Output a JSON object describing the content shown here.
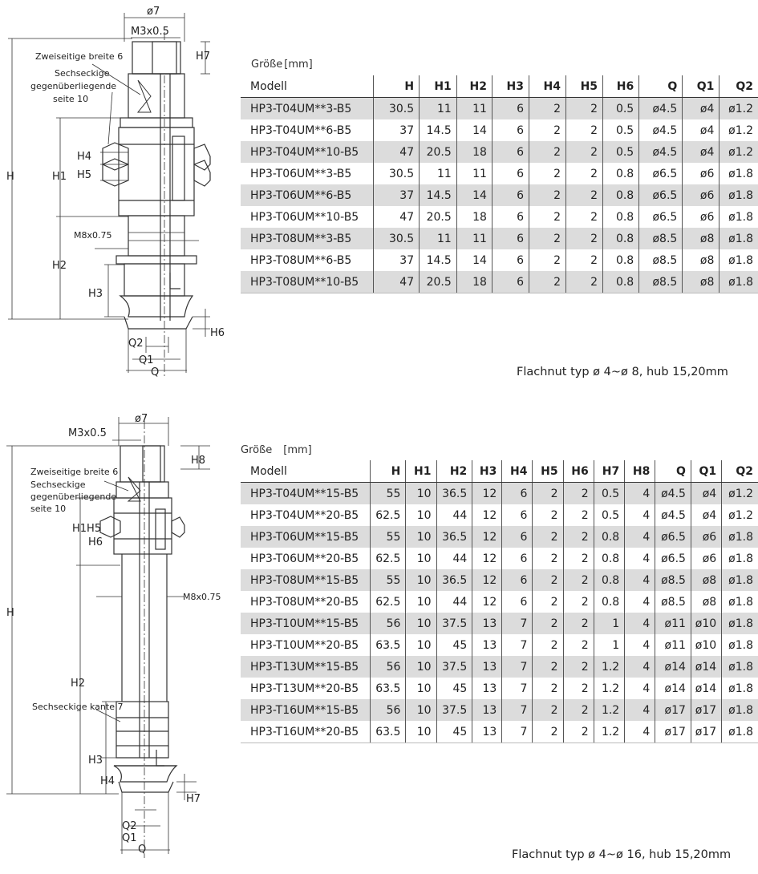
{
  "colors": {
    "row_shade": "#dcdcdc",
    "line": "#333333"
  },
  "top": {
    "size_label": "Größe",
    "size_unit": "[mm]",
    "note": "Flachnut typ ø 4~ø 8, hub 15,20mm",
    "drawing": {
      "dim_phi7": "ø7",
      "dim_m3": "M3x0.5",
      "dim_h7": "H7",
      "note_hex1": "Zweiseitige breite 6",
      "note_hex2": "Sechseckige",
      "note_hex3": "gegenüberliegende",
      "note_hex4": "seite 10",
      "dim_h": "H",
      "dim_h1": "H1",
      "dim_h4": "H4",
      "dim_h5": "H5",
      "dim_m8": "M8x0.75",
      "dim_h2": "H2",
      "dim_h3": "H3",
      "dim_h6": "H6",
      "dim_q2": "Q2",
      "dim_q1": "Q1",
      "dim_q": "Q"
    },
    "table": {
      "headers": [
        "Modell",
        "H",
        "H1",
        "H2",
        "H3",
        "H4",
        "H5",
        "H6",
        "Q",
        "Q1",
        "Q2"
      ],
      "rows": [
        [
          "HP3-T04UM**3-B5",
          "30.5",
          "11",
          "11",
          "6",
          "2",
          "2",
          "0.5",
          "ø4.5",
          "ø4",
          "ø1.2"
        ],
        [
          "HP3-T04UM**6-B5",
          "37",
          "14.5",
          "14",
          "6",
          "2",
          "2",
          "0.5",
          "ø4.5",
          "ø4",
          "ø1.2"
        ],
        [
          "HP3-T04UM**10-B5",
          "47",
          "20.5",
          "18",
          "6",
          "2",
          "2",
          "0.5",
          "ø4.5",
          "ø4",
          "ø1.2"
        ],
        [
          "HP3-T06UM**3-B5",
          "30.5",
          "11",
          "11",
          "6",
          "2",
          "2",
          "0.8",
          "ø6.5",
          "ø6",
          "ø1.8"
        ],
        [
          "HP3-T06UM**6-B5",
          "37",
          "14.5",
          "14",
          "6",
          "2",
          "2",
          "0.8",
          "ø6.5",
          "ø6",
          "ø1.8"
        ],
        [
          "HP3-T06UM**10-B5",
          "47",
          "20.5",
          "18",
          "6",
          "2",
          "2",
          "0.8",
          "ø6.5",
          "ø6",
          "ø1.8"
        ],
        [
          "HP3-T08UM**3-B5",
          "30.5",
          "11",
          "11",
          "6",
          "2",
          "2",
          "0.8",
          "ø8.5",
          "ø8",
          "ø1.8"
        ],
        [
          "HP3-T08UM**6-B5",
          "37",
          "14.5",
          "14",
          "6",
          "2",
          "2",
          "0.8",
          "ø8.5",
          "ø8",
          "ø1.8"
        ],
        [
          "HP3-T08UM**10-B5",
          "47",
          "20.5",
          "18",
          "6",
          "2",
          "2",
          "0.8",
          "ø8.5",
          "ø8",
          "ø1.8"
        ]
      ]
    }
  },
  "bottom": {
    "size_label": "Größe",
    "size_unit": "[mm]",
    "note": "Flachnut typ ø 4~ø 16, hub 15,20mm",
    "drawing": {
      "dim_phi7": "ø7",
      "dim_m3": "M3x0.5",
      "dim_h8": "H8",
      "note_hex1": "Zweiseitige breite 6",
      "note_hex2": "Sechseckige",
      "note_hex3": "gegenüberliegende",
      "note_hex4": "seite 10",
      "dim_h1h5": "H1H5",
      "dim_h6": "H6",
      "dim_m8": "M8x0.75",
      "dim_h": "H",
      "dim_h2": "H2",
      "note_kante": "Sechseckige kante 7",
      "dim_h3": "H3",
      "dim_h4": "H4",
      "dim_h7": "H7",
      "dim_q2": "Q2",
      "dim_q1": "Q1",
      "dim_q": "Q"
    },
    "table": {
      "headers": [
        "Modell",
        "H",
        "H1",
        "H2",
        "H3",
        "H4",
        "H5",
        "H6",
        "H7",
        "H8",
        "Q",
        "Q1",
        "Q2"
      ],
      "rows": [
        [
          "HP3-T04UM**15-B5",
          "55",
          "10",
          "36.5",
          "12",
          "6",
          "2",
          "2",
          "0.5",
          "4",
          "ø4.5",
          "ø4",
          "ø1.2"
        ],
        [
          "HP3-T04UM**20-B5",
          "62.5",
          "10",
          "44",
          "12",
          "6",
          "2",
          "2",
          "0.5",
          "4",
          "ø4.5",
          "ø4",
          "ø1.2"
        ],
        [
          "HP3-T06UM**15-B5",
          "55",
          "10",
          "36.5",
          "12",
          "6",
          "2",
          "2",
          "0.8",
          "4",
          "ø6.5",
          "ø6",
          "ø1.8"
        ],
        [
          "HP3-T06UM**20-B5",
          "62.5",
          "10",
          "44",
          "12",
          "6",
          "2",
          "2",
          "0.8",
          "4",
          "ø6.5",
          "ø6",
          "ø1.8"
        ],
        [
          "HP3-T08UM**15-B5",
          "55",
          "10",
          "36.5",
          "12",
          "6",
          "2",
          "2",
          "0.8",
          "4",
          "ø8.5",
          "ø8",
          "ø1.8"
        ],
        [
          "HP3-T08UM**20-B5",
          "62.5",
          "10",
          "44",
          "12",
          "6",
          "2",
          "2",
          "0.8",
          "4",
          "ø8.5",
          "ø8",
          "ø1.8"
        ],
        [
          "HP3-T10UM**15-B5",
          "56",
          "10",
          "37.5",
          "13",
          "7",
          "2",
          "2",
          "1",
          "4",
          "ø11",
          "ø10",
          "ø1.8"
        ],
        [
          "HP3-T10UM**20-B5",
          "63.5",
          "10",
          "45",
          "13",
          "7",
          "2",
          "2",
          "1",
          "4",
          "ø11",
          "ø10",
          "ø1.8"
        ],
        [
          "HP3-T13UM**15-B5",
          "56",
          "10",
          "37.5",
          "13",
          "7",
          "2",
          "2",
          "1.2",
          "4",
          "ø14",
          "ø14",
          "ø1.8"
        ],
        [
          "HP3-T13UM**20-B5",
          "63.5",
          "10",
          "45",
          "13",
          "7",
          "2",
          "2",
          "1.2",
          "4",
          "ø14",
          "ø14",
          "ø1.8"
        ],
        [
          "HP3-T16UM**15-B5",
          "56",
          "10",
          "37.5",
          "13",
          "7",
          "2",
          "2",
          "1.2",
          "4",
          "ø17",
          "ø17",
          "ø1.8"
        ],
        [
          "HP3-T16UM**20-B5",
          "63.5",
          "10",
          "45",
          "13",
          "7",
          "2",
          "2",
          "1.2",
          "4",
          "ø17",
          "ø17",
          "ø1.8"
        ]
      ]
    }
  }
}
